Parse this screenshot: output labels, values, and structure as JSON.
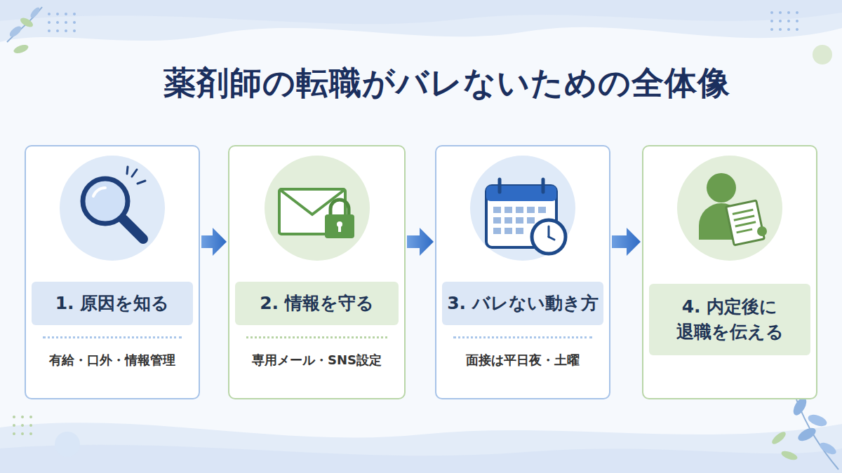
{
  "diagram": {
    "title": "薬剤師の転職がバレないための全体像",
    "nodes": [
      {
        "text": [
          "1. 原因を知る",
          "有給・口外・情報管理"
        ]
      },
      {
        "text": [
          "2. 情報を守る",
          "専用メール・SNS設定"
        ]
      },
      {
        "text": [
          "3. バレない動き方",
          "面接は平日夜・土曜"
        ]
      },
      {
        "text": [
          "4. 内定後に 退職を伝える"
        ]
      }
    ],
    "edges": [
      {
        "from": 0,
        "to": 1,
        "arrow": "to"
      },
      {
        "from": 1,
        "to": 2,
        "arrow": "to"
      },
      {
        "from": 2,
        "to": 3,
        "arrow": "to"
      }
    ]
  }
}
